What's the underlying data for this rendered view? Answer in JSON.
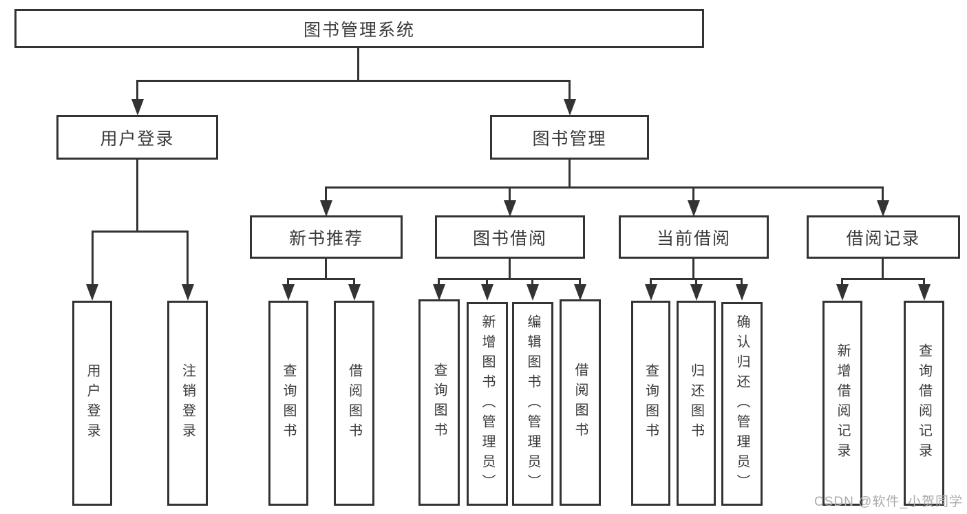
{
  "nodes": {
    "root": {
      "label": "图书管理系统"
    },
    "user_login": {
      "label": "用户登录"
    },
    "book_mgmt": {
      "label": "图书管理"
    },
    "new_books": {
      "label": "新书推荐"
    },
    "book_borrow": {
      "label": "图书借阅"
    },
    "current_borrow": {
      "label": "当前借阅"
    },
    "borrow_records": {
      "label": "借阅记录"
    },
    "user_login_leaf": {
      "label": "用户登录"
    },
    "logout_leaf": {
      "label": "注销登录"
    },
    "nb_query": {
      "label": "查询图书"
    },
    "nb_borrow": {
      "label": "借阅图书"
    },
    "bb_query": {
      "label": "查询图书"
    },
    "bb_add": {
      "label": "新增图书（管理员）"
    },
    "bb_edit": {
      "label": "编辑图书（管理员）"
    },
    "bb_borrow": {
      "label": "借阅图书"
    },
    "cb_query": {
      "label": "查询图书"
    },
    "cb_return": {
      "label": "归还图书"
    },
    "cb_confirm": {
      "label": "确认归还（管理员）"
    },
    "br_add": {
      "label": "新增借阅记录"
    },
    "br_query": {
      "label": "查询借阅记录"
    }
  },
  "hierarchy": {
    "图书管理系统": {
      "用户登录": [
        "用户登录",
        "注销登录"
      ],
      "图书管理": {
        "新书推荐": [
          "查询图书",
          "借阅图书"
        ],
        "图书借阅": [
          "查询图书",
          "新增图书（管理员）",
          "编辑图书（管理员）",
          "借阅图书"
        ],
        "当前借阅": [
          "查询图书",
          "归还图书",
          "确认归还（管理员）"
        ],
        "借阅记录": [
          "新增借阅记录",
          "查询借阅记录"
        ]
      }
    }
  },
  "watermark": "CSDN @软件_小贺同学",
  "colors": {
    "line": "#333333",
    "text": "#3a3a3a",
    "watermark": "#ababab",
    "background": "#ffffff"
  }
}
